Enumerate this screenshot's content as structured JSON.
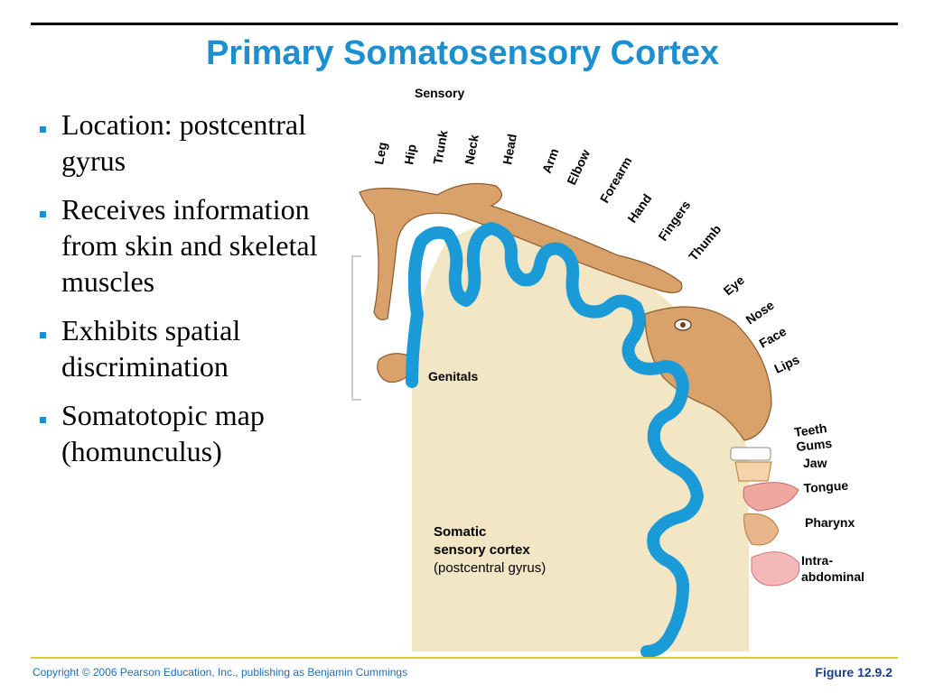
{
  "slide": {
    "title": "Primary Somatosensory Cortex",
    "bullets": [
      "Location: postcentral gyrus",
      "Receives information from skin and skeletal muscles",
      "Exhibits spatial discrimination",
      "Somatotopic map (homunculus)"
    ]
  },
  "diagram": {
    "header": "Sensory",
    "body_labels": {
      "leg": "Leg",
      "hip": "Hip",
      "trunk": "Trunk",
      "neck": "Neck",
      "head": "Head",
      "arm": "Arm",
      "elbow": "Elbow",
      "forearm": "Forearm",
      "hand": "Hand",
      "fingers": "Fingers",
      "thumb": "Thumb",
      "eye": "Eye",
      "nose": "Nose",
      "face": "Face",
      "lips": "Lips",
      "genitals": "Genitals",
      "teeth": "Teeth",
      "gums": "Gums",
      "jaw": "Jaw",
      "tongue": "Tongue",
      "pharynx": "Pharynx",
      "intra_abdominal_1": "Intra-",
      "intra_abdominal_2": "abdominal"
    },
    "cortex_label": {
      "line1": "Somatic",
      "line2": "sensory cortex",
      "line3": "(postcentral gyrus)"
    },
    "colors": {
      "cortex_fill": "#f3e6c4",
      "gyrus_stroke": "#1a9bd7",
      "homunculus_skin": "#d9a26b",
      "tongue_pink": "#f0a7a0",
      "title_blue": "#1b8fd0"
    }
  },
  "footer": {
    "copyright": "Copyright © 2006 Pearson Education, Inc., publishing as Benjamin Cummings",
    "figure_ref": "Figure 12.9.2"
  }
}
